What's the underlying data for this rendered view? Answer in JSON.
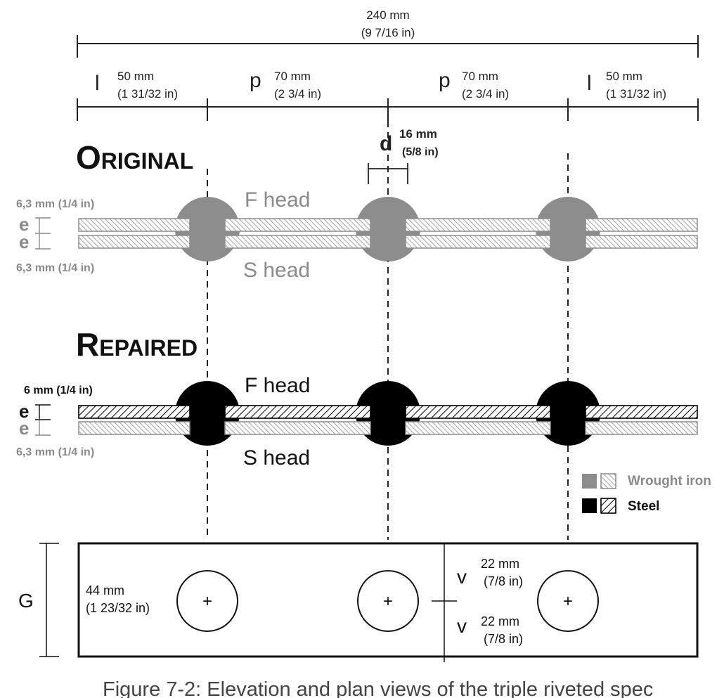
{
  "overall": {
    "value": "240 mm",
    "imperial": "(9 7/16 in)"
  },
  "segments": [
    {
      "symbol": "l",
      "value": "50 mm",
      "imperial": "(1 31/32 in)"
    },
    {
      "symbol": "p",
      "value": "70 mm",
      "imperial": "(2 3/4 in)"
    },
    {
      "symbol": "p",
      "value": "70 mm",
      "imperial": "(2 3/4 in)"
    },
    {
      "symbol": "l",
      "value": "50 mm",
      "imperial": "(1 31/32 in)"
    }
  ],
  "diameter": {
    "symbol": "d",
    "value": "16 mm",
    "imperial": "(5/8 in)"
  },
  "original": {
    "title_cap": "O",
    "title_rest": "RIGINAL",
    "thickness_top": "6,3 mm (1/4 in)",
    "thickness_bottom": "6,3 mm (1/4 in)",
    "e_top": "e",
    "e_bottom": "e",
    "f_head": "F head",
    "s_head": "S head"
  },
  "repaired": {
    "title_cap": "R",
    "title_rest": "EPAIRED",
    "thickness_top": "6 mm (1/4 in)",
    "thickness_bottom": "6,3 mm (1/4 in)",
    "e_top": "e",
    "e_bottom": "e",
    "f_head": "F head",
    "s_head": "S head"
  },
  "legend": {
    "wrought_iron": "Wrought iron",
    "steel": "Steel"
  },
  "plan": {
    "g_label": "G",
    "width": {
      "value": "44 mm",
      "imperial": "(1 23/32 in)"
    },
    "v_top": {
      "symbol": "v",
      "value": "22 mm",
      "imperial": "(7/8 in)"
    },
    "v_bottom": {
      "symbol": "v",
      "value": "22 mm",
      "imperial": "(7/8 in)"
    },
    "hole_marker": "+"
  },
  "caption": "Figure 7-2: Elevation and plan views of the triple riveted spec",
  "colors": {
    "wrought_iron": "#8c8c8c",
    "steel": "#000000",
    "line": "#222222",
    "gray_text": "#8a8a8a"
  }
}
